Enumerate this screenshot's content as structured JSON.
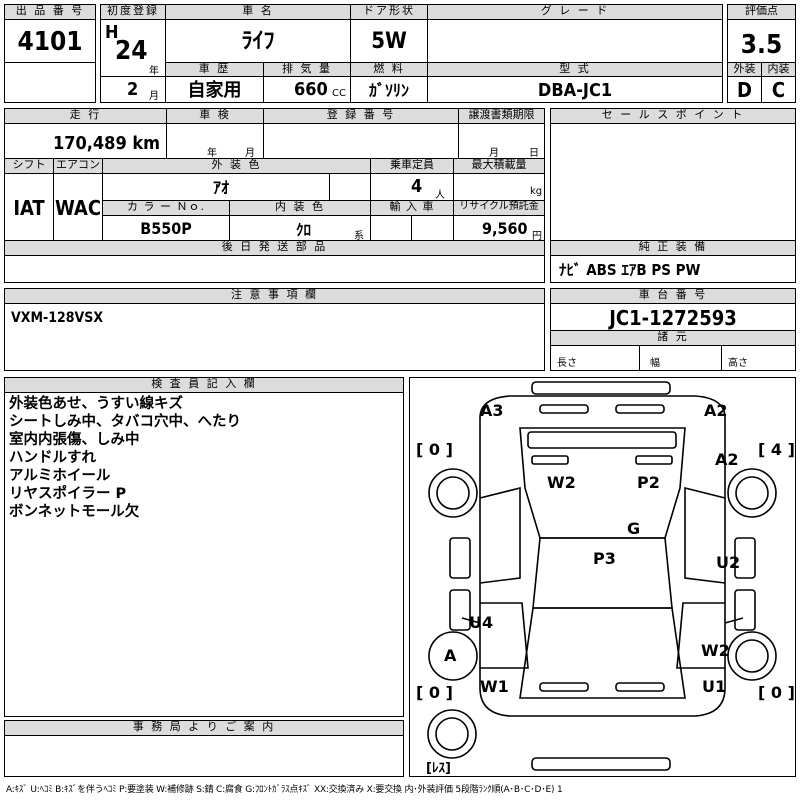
{
  "header": {
    "lot_label": "出 品 番 号",
    "lot_no": "4101",
    "first_reg_label": "初度登録",
    "era": "H",
    "year": "24",
    "year_unit": "年",
    "month": "2",
    "month_unit": "月",
    "car_name_label": "車 名",
    "car_name": "ﾗｲﾌ",
    "door_label": "ドア形状",
    "door": "5W",
    "grade_label": "グ レ ー ド",
    "grade": "",
    "score_label": "評価点",
    "score": "3.5",
    "history_label": "車 歴",
    "history": "自家用",
    "displacement_label": "排 気 量",
    "displacement": "660",
    "displacement_unit": "CC",
    "fuel_label": "燃 料",
    "fuel": "ｶﾞｿﾘﾝ",
    "model_label": "型 式",
    "model": "DBA-JC1",
    "exterior_label": "外装",
    "exterior": "D",
    "interior_label": "内装",
    "interior": "C"
  },
  "row2": {
    "mileage_label": "走 行",
    "mileage": "170,489 km",
    "inspection_label": "車 検",
    "insp_year": "年",
    "insp_month": "月",
    "reg_no_label": "登 録 番 号",
    "transfer_label": "譲渡書類期限",
    "tr_month": "月",
    "tr_day": "日",
    "sales_point_label": "セ ー ル ス ポ イ ン ト",
    "shift_label": "シフト",
    "shift": "IAT",
    "ac_label": "エアコン",
    "ac": "WAC",
    "ext_color_label": "外 装 色",
    "ext_color": "ｱｵ",
    "capacity_label": "乗車定員",
    "capacity": "4",
    "capacity_unit": "人",
    "max_load_label": "最大積載量",
    "max_load_unit": "kg",
    "color_no_label": "カ ラ ー Ｎｏ.",
    "color_no": "B550P",
    "int_color_label": "内 装 色",
    "int_color": "ｸﾛ",
    "int_color_unit": "系",
    "import_label": "輸 入 車",
    "recycle_label": "リサイクル預託金",
    "recycle": "9,560",
    "recycle_unit": "円",
    "later_parts_label": "後 日 発 送 部 品",
    "equipment_label": "純 正 装 備",
    "equipment": "ﾅﾋﾞ ABS ｴｱB PS PW"
  },
  "notes": {
    "caution_label": "注 意 事 項 欄",
    "caution": "VXM-128VSX",
    "chassis_label": "車 台 番 号",
    "chassis": "JC1-1272593",
    "dims_label": "諸 元",
    "length_label": "長さ",
    "width_label": "幅",
    "height_label": "高さ"
  },
  "inspector": {
    "label": "検 査 員 記 入 欄",
    "lines": [
      "外装色あせ、うすい線キズ",
      "シートしみ中、タバコ穴中、へたり",
      "室内内張傷、しみ中",
      "ハンドルすれ",
      "アルミホイール",
      "リヤスポイラー P",
      "ボンネットモール欠"
    ]
  },
  "office": {
    "label": "事 務 局 よ り ご 案 内"
  },
  "diagram": {
    "tires": [
      "[ 0 ]",
      "[ 4 ]",
      "[ 0 ]",
      "[ 0 ]"
    ],
    "spare": "[ﾚｽ]",
    "marks": [
      "A3",
      "A2",
      "A2",
      "W2",
      "P2",
      "G",
      "P3",
      "U2",
      "U4",
      "A",
      "W2",
      "W1",
      "U1"
    ]
  },
  "legend": "A:ｷｽﾞ U:ﾍｺﾐ B:ｷｽﾞを伴うﾍｺﾐ P:要塗装 W:補修跡 S:錆 C:腐食 G:ﾌﾛﾝﾄｶﾞﾗｽ点ｷｽﾞ XX:交換済み X:要交換  内･外装評価 5段階ﾗﾝｸ順(A･B･C･D･E) 1"
}
